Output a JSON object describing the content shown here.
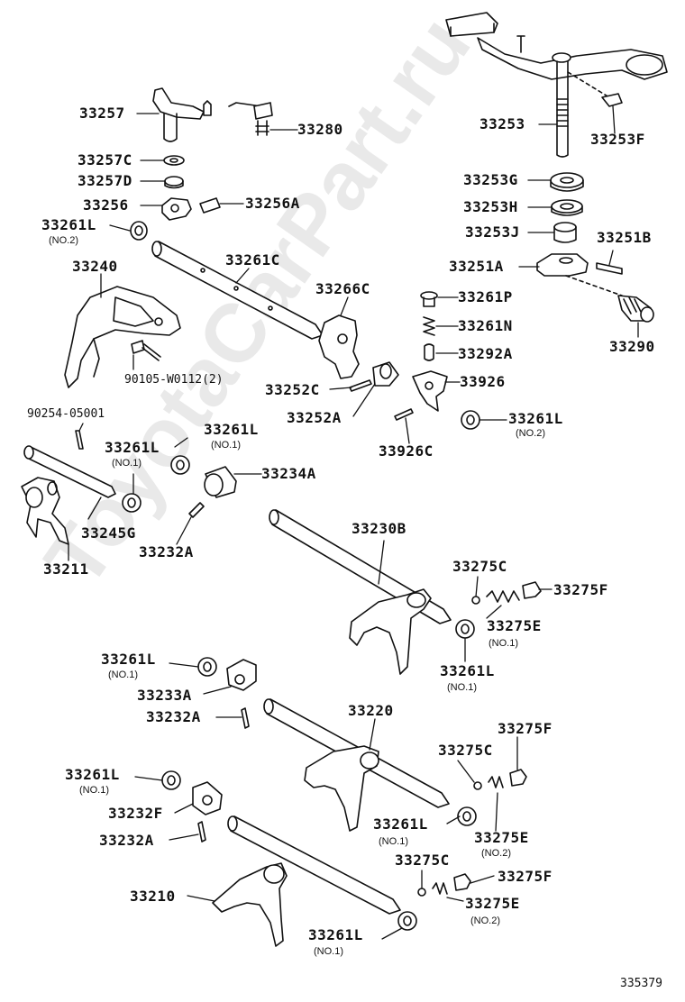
{
  "watermark": "ToyotaCarPart.ru",
  "diagram_id": "335379",
  "parts": {
    "p33257": "33257",
    "p33280": "33280",
    "p33257C": "33257C",
    "p33257D": "33257D",
    "p33256": "33256",
    "p33256A": "33256A",
    "p33261L_top": "33261L",
    "p33240": "33240",
    "p33261C": "33261C",
    "p33266C": "33266C",
    "p90105": "90105-W0112(2)",
    "p33252C": "33252C",
    "p33252A": "33252A",
    "p33926": "33926",
    "p33926C": "33926C",
    "p33253": "33253",
    "p33253F": "33253F",
    "p33253G": "33253G",
    "p33253H": "33253H",
    "p33253J": "33253J",
    "p33251B": "33251B",
    "p33251A": "33251A",
    "p33261P": "33261P",
    "p33261N": "33261N",
    "p33292A": "33292A",
    "p33290": "33290",
    "p33261L_r": "33261L",
    "p90254": "90254-05001",
    "p33261L_m1": "33261L",
    "p33261L_m2": "33261L",
    "p33234A": "33234A",
    "p33245G": "33245G",
    "p33211": "33211",
    "p33232A_1": "33232A",
    "p33230B": "33230B",
    "p33275C_1": "33275C",
    "p33275F_1": "33275F",
    "p33275E_1": "33275E",
    "p33261L_b1": "33261L",
    "p33261L_l1": "33261L",
    "p33233A": "33233A",
    "p33232A_2": "33232A",
    "p33220": "33220",
    "p33275F_2": "33275F",
    "p33275C_2": "33275C",
    "p33261L_l2": "33261L",
    "p33232F": "33232F",
    "p33232A_3": "33232A",
    "p33261L_b2": "33261L",
    "p33275E_2": "33275E",
    "p33210": "33210",
    "p33275C_3": "33275C",
    "p33275F_3": "33275F",
    "p33275E_3": "33275E",
    "p33261L_b3": "33261L"
  },
  "notes": {
    "n_top": "(NO.2)",
    "n_r": "(NO.2)",
    "n_m1": "(NO.1)",
    "n_m2": "(NO.1)",
    "n_275E1": "(NO.1)",
    "n_b1": "(NO.1)",
    "n_l1": "(NO.1)",
    "n_l2": "(NO.1)",
    "n_b2": "(NO.1)",
    "n_275E2": "(NO.2)",
    "n_275E3": "(NO.2)",
    "n_b3": "(NO.1)"
  }
}
